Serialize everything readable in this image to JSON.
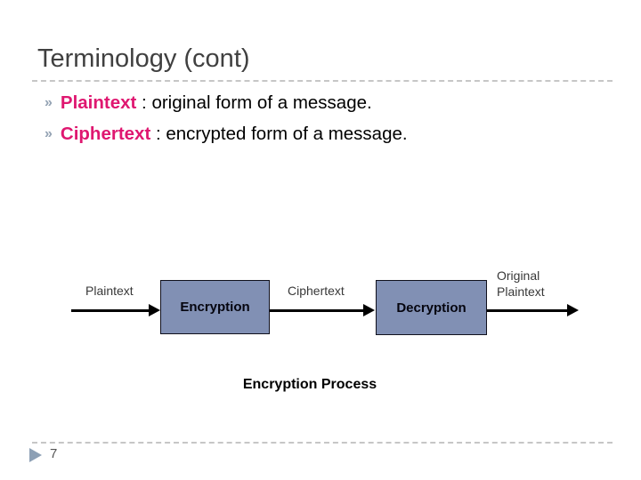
{
  "slide": {
    "title": "Terminology (cont)",
    "page_number": "7"
  },
  "bullets": [
    {
      "term": "Plaintext",
      "description": " : original form of a message."
    },
    {
      "term": "Ciphertext",
      "description": " : encrypted form of a message."
    }
  ],
  "diagram": {
    "input_label": "Plaintext",
    "encryption_box_label": "Encryption",
    "middle_label": "Ciphertext",
    "decryption_box_label": "Decryption",
    "output_label": "Original\nPlaintext",
    "caption": "Encryption Process"
  },
  "icons": {
    "bullet_icon": "»",
    "page_marker_icon": "right-triangle"
  },
  "colors": {
    "term_accent": "#df1770",
    "box_fill": "#8190b4",
    "title_text": "#404040",
    "bullet_icon": "#93a2b3",
    "page_marker": "#8da0b5"
  }
}
